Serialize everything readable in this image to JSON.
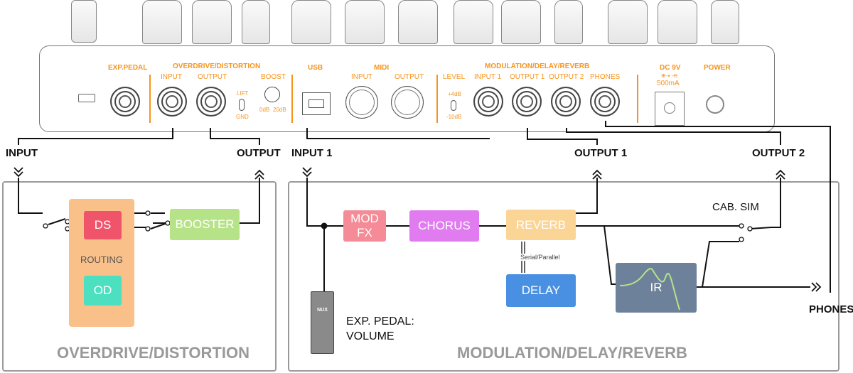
{
  "device": {
    "exp_pedal": "EXP.PEDAL",
    "od_section": "OVERDRIVE/DISTORTION",
    "od_input": "INPUT",
    "od_output": "OUTPUT",
    "lift": "LIFT",
    "gnd": "GND",
    "boost": "BOOST",
    "boost_0": "0dB",
    "boost_20": "20dB",
    "usb": "USB",
    "midi": "MIDI",
    "midi_input": "INPUT",
    "midi_output": "OUTPUT",
    "mod_section": "MODULATION/DELAY/REVERB",
    "level": "LEVEL",
    "level_hi": "+4dB",
    "level_lo": "-10dB",
    "input1": "INPUT 1",
    "output1": "OUTPUT 1",
    "output2": "OUTPUT 2",
    "phones": "PHONES",
    "dc": "DC 9V",
    "polarity": "⊕-◐-⊖",
    "current": "500mA",
    "power": "POWER"
  },
  "diagram": {
    "left": {
      "input": "INPUT",
      "output": "OUTPUT",
      "ds": "DS",
      "od": "OD",
      "routing": "ROUTING",
      "booster": "BOOSTER",
      "title": "OVERDRIVE/DISTORTION"
    },
    "right": {
      "input": "INPUT 1",
      "output1": "OUTPUT 1",
      "output2": "OUTPUT 2",
      "modfx": "MOD FX",
      "chorus": "CHORUS",
      "reverb": "REVERB",
      "delay": "DELAY",
      "serial_parallel": "Serial/Parallel",
      "ir": "IR",
      "cab_sim": "CAB. SIM",
      "exp_label1": "EXP. PEDAL:",
      "exp_label2": "VOLUME",
      "pedal_logo": "NUX",
      "title": "MODULATION/DELAY/REVERB"
    },
    "phones": "PHONES"
  },
  "colors": {
    "accent": "#f7941d",
    "ds": "#f0546a",
    "od": "#4de0c0",
    "routing": "#f9c08a",
    "booster": "#b6e388",
    "modfx": "#f48b96",
    "chorus": "#e07bf0",
    "reverb": "#fbd595",
    "delay": "#4a90e2",
    "ir": "#6e819a"
  }
}
